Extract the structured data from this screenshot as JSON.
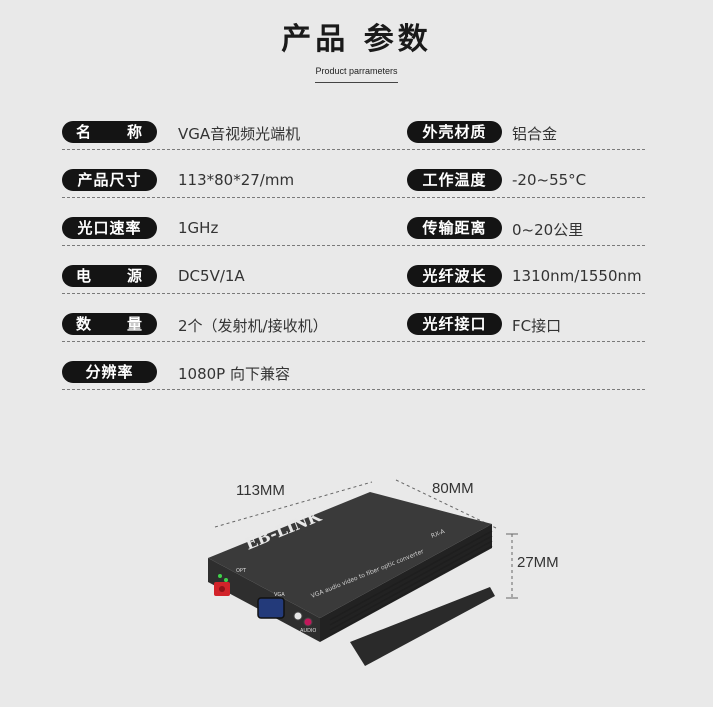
{
  "header": {
    "title": "产品 参数",
    "subtitle": "Product parrameters"
  },
  "specs": [
    {
      "left_label": "名　称",
      "left_value": "VGA音视频光端机",
      "right_label": "外壳材质",
      "right_value": "铝合金"
    },
    {
      "left_label": "产品尺寸",
      "left_value": "113*80*27/mm",
      "right_label": "工作温度",
      "right_value": "-20~55°C"
    },
    {
      "left_label": "光口速率",
      "left_value": "1GHz",
      "right_label": "传输距离",
      "right_value": "0~20公里"
    },
    {
      "left_label": "电　源",
      "left_value": "DC5V/1A",
      "right_label": "光纤波长",
      "right_value": "1310nm/1550nm"
    },
    {
      "left_label": "数　量",
      "left_value": "2个（发射机/接收机）",
      "right_label": "光纤接口",
      "right_value": "FC接口"
    },
    {
      "left_label": "分辨率",
      "left_value": "1080P 向下兼容",
      "right_label": "",
      "right_value": ""
    }
  ],
  "device": {
    "dim_length": "113MM",
    "dim_width": "80MM",
    "dim_height": "27MM",
    "brand": "EB-LINK",
    "product_text": "VGA audio video to fiber optic converter",
    "model_text": "RX-A",
    "port_opt": "OPT",
    "port_vga": "VGA",
    "port_audio": "AUDIO"
  }
}
